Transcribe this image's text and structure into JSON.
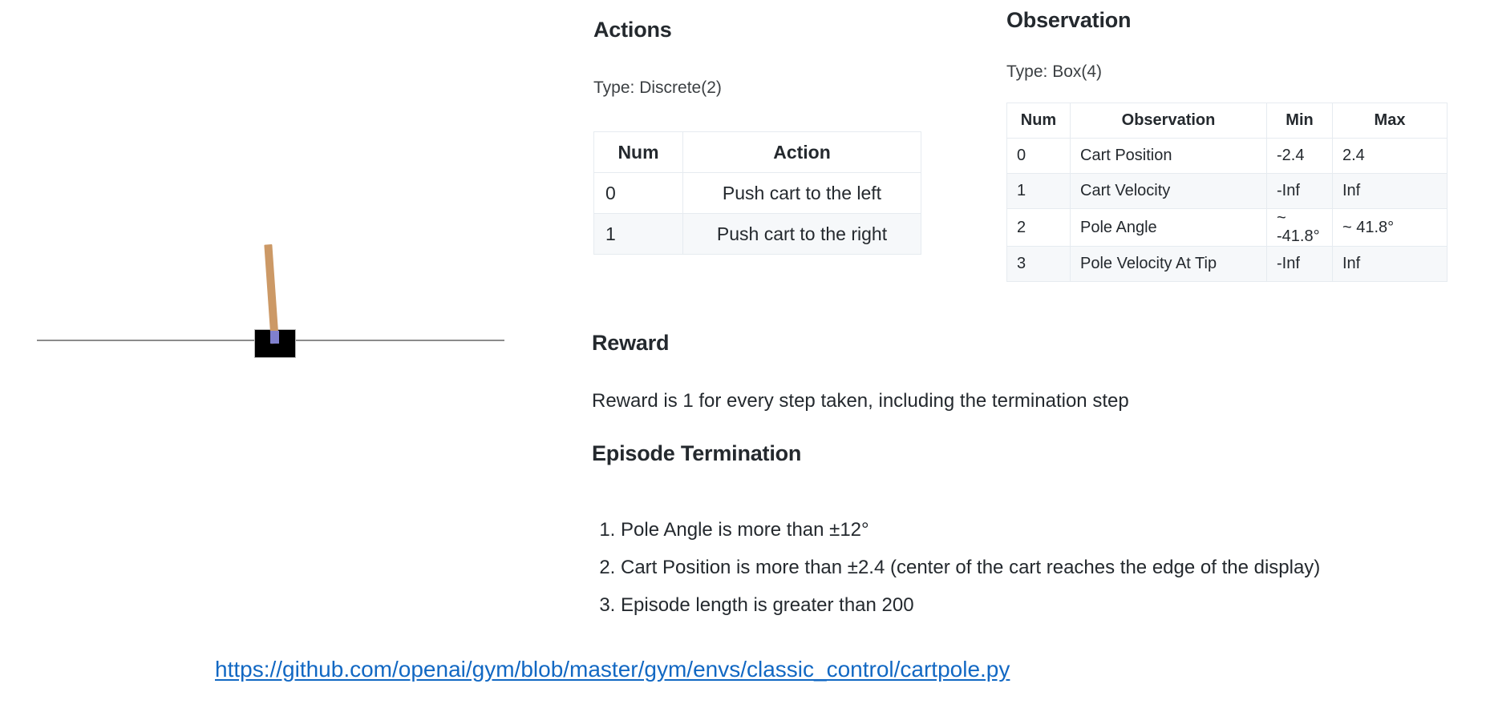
{
  "figure": {
    "name": "CartPole environment rendering",
    "parts": {
      "track": "track-line",
      "cart": "black-cart",
      "pole": "pole",
      "axle": "pole-axle"
    },
    "colors": {
      "track": "#8c8c8c",
      "cart": "#000000",
      "pole": "#cc9966",
      "axle": "#8080cd"
    }
  },
  "actions": {
    "heading": "Actions",
    "type_label": "Type: Discrete(2)",
    "table": {
      "columns": [
        "Num",
        "Action"
      ],
      "rows": [
        {
          "num": "0",
          "action": "Push cart to the left"
        },
        {
          "num": "1",
          "action": "Push cart to the right"
        }
      ]
    }
  },
  "observation": {
    "heading": "Observation",
    "type_label": "Type: Box(4)",
    "table": {
      "columns": [
        "Num",
        "Observation",
        "Min",
        "Max"
      ],
      "rows": [
        {
          "num": "0",
          "name": "Cart Position",
          "min": "-2.4",
          "max": "2.4"
        },
        {
          "num": "1",
          "name": "Cart Velocity",
          "min": "-Inf",
          "max": "Inf"
        },
        {
          "num": "2",
          "name": "Pole Angle",
          "min": "~ -41.8°",
          "max": "~ 41.8°"
        },
        {
          "num": "3",
          "name": "Pole Velocity At Tip",
          "min": "-Inf",
          "max": "Inf"
        }
      ]
    }
  },
  "reward": {
    "heading": "Reward",
    "text": "Reward is 1 for every step taken, including the termination step"
  },
  "termination": {
    "heading": "Episode Termination",
    "items": [
      "Pole Angle is more than ±12°",
      "Cart Position is more than ±2.4 (center of the cart reaches the edge of the display)",
      "Episode length is greater than 200"
    ]
  },
  "footer": {
    "link_text": "https://github.com/openai/gym/blob/master/gym/envs/classic_control/cartpole.py",
    "link_color": "#1268c3"
  }
}
